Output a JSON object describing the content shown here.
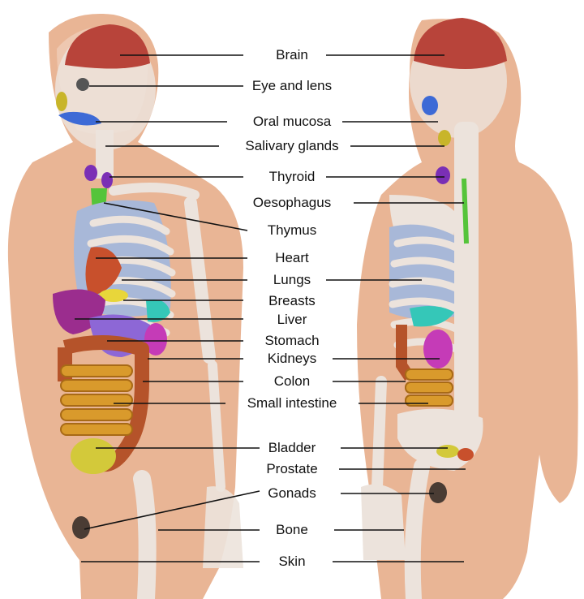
{
  "labels": [
    "Brain",
    "Eye and lens",
    "Oral mucosa",
    "Salivary glands",
    "Thyroid",
    "Oesophagus",
    "Thymus",
    "Heart",
    "Lungs",
    "Breasts",
    "Liver",
    "Stomach",
    "Kidneys",
    "Colon",
    "Small intestine",
    "Bladder",
    "Prostate",
    "Gonads",
    "Bone",
    "Skin"
  ],
  "colors": {
    "skin": "#e9b595",
    "skin_light": "#f2d6c4",
    "bone": "#ece3dc",
    "brain": "#b8443a",
    "lungs": "#a8b8d8",
    "heart": "#c8502c",
    "liver": "#9b2d8e",
    "stomach": "#8d67d6",
    "kidneys": "#c53bb7",
    "colon": "#b5532a",
    "small_intestine": "#d99a2c",
    "bladder": "#d3c93a",
    "thyroid": "#7a2fb5",
    "thymus": "#55c43a",
    "oral_mucosa": "#3d6ad6",
    "salivary": "#c8b52a",
    "gonads": "#4a3c34",
    "leader_line": "#111111"
  }
}
